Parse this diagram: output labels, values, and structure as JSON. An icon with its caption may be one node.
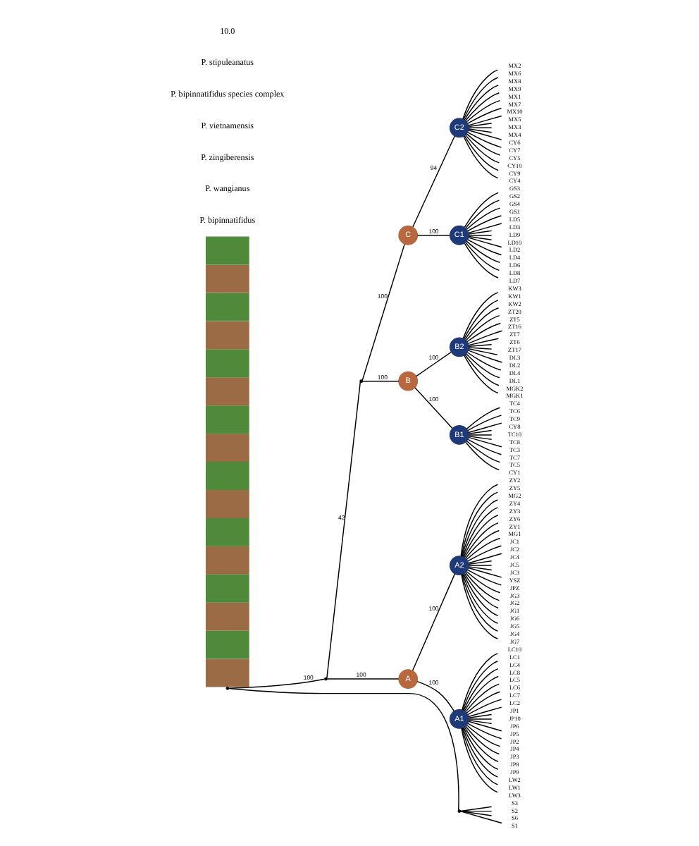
{
  "diagram": {
    "nodes": [
      {
        "text": [],
        "shape": "point"
      },
      {
        "text": [],
        "shape": "point"
      },
      {
        "text": [],
        "shape": "point"
      },
      {
        "text": [
          "C"
        ]
      },
      {
        "text": [
          "C2"
        ]
      },
      {
        "text": [
          "C1"
        ]
      },
      {
        "text": [
          "B"
        ]
      },
      {
        "text": [
          "B2"
        ]
      },
      {
        "text": [
          "B1"
        ]
      },
      {
        "text": [
          "A"
        ]
      },
      {
        "text": [
          "A2"
        ]
      },
      {
        "text": [
          "A1"
        ]
      },
      {
        "text": [],
        "shape": "point"
      },
      {
        "text": [
          "MX2"
        ]
      },
      {
        "text": [
          "MX6"
        ]
      },
      {
        "text": [
          "MX8"
        ]
      },
      {
        "text": [
          "MX9"
        ]
      },
      {
        "text": [
          "MX1"
        ]
      },
      {
        "text": [
          "MX7"
        ]
      },
      {
        "text": [
          "MX10"
        ]
      },
      {
        "text": [
          "MX5"
        ]
      },
      {
        "text": [
          "MX3"
        ]
      },
      {
        "text": [
          "MX4"
        ]
      },
      {
        "text": [
          "CY6"
        ]
      },
      {
        "text": [
          "CY7"
        ]
      },
      {
        "text": [
          "CY5"
        ]
      },
      {
        "text": [
          "CY10"
        ]
      },
      {
        "text": [
          "CY9"
        ]
      },
      {
        "text": [
          "CY4"
        ]
      },
      {
        "text": [
          "GS3"
        ]
      },
      {
        "text": [
          "GS2"
        ]
      },
      {
        "text": [
          "GS4"
        ]
      },
      {
        "text": [
          "GS1"
        ]
      },
      {
        "text": [
          "LD5"
        ]
      },
      {
        "text": [
          "LD3"
        ]
      },
      {
        "text": [
          "LD9"
        ]
      },
      {
        "text": [
          "LD10"
        ]
      },
      {
        "text": [
          "LD2"
        ]
      },
      {
        "text": [
          "LD4"
        ]
      },
      {
        "text": [
          "LD6"
        ]
      },
      {
        "text": [
          "LD8"
        ]
      },
      {
        "text": [
          "LD7"
        ]
      },
      {
        "text": [
          "KW3"
        ]
      },
      {
        "text": [
          "KW1"
        ]
      },
      {
        "text": [
          "KW2"
        ]
      },
      {
        "text": [
          "ZT20"
        ]
      },
      {
        "text": [
          "ZT5"
        ]
      },
      {
        "text": [
          "ZT16"
        ]
      },
      {
        "text": [
          "ZT7"
        ]
      },
      {
        "text": [
          "ZT6"
        ]
      },
      {
        "text": [
          "ZT17"
        ]
      },
      {
        "text": [
          "DL3"
        ]
      },
      {
        "text": [
          "DL2"
        ]
      },
      {
        "text": [
          "DL4"
        ]
      },
      {
        "text": [
          "DL1"
        ]
      },
      {
        "text": [
          "MGK2"
        ]
      },
      {
        "text": [
          "MGK1"
        ]
      },
      {
        "text": [
          "TC4"
        ]
      },
      {
        "text": [
          "TC6"
        ]
      },
      {
        "text": [
          "TC9"
        ]
      },
      {
        "text": [
          "CY8"
        ]
      },
      {
        "text": [
          "TC10"
        ]
      },
      {
        "text": [
          "TC8"
        ]
      },
      {
        "text": [
          "TC3"
        ]
      },
      {
        "text": [
          "TC7"
        ]
      },
      {
        "text": [
          "TC5"
        ]
      },
      {
        "text": [
          "CY1"
        ]
      },
      {
        "text": [
          "ZY2"
        ]
      },
      {
        "text": [
          "ZY5"
        ]
      },
      {
        "text": [
          "MG2"
        ]
      },
      {
        "text": [
          "ZY4"
        ]
      },
      {
        "text": [
          "ZY3"
        ]
      },
      {
        "text": [
          "ZY6"
        ]
      },
      {
        "text": [
          "ZY1"
        ]
      },
      {
        "text": [
          "MG1"
        ]
      },
      {
        "text": [
          "JC1"
        ]
      },
      {
        "text": [
          "JC2"
        ]
      },
      {
        "text": [
          "JC4"
        ]
      },
      {
        "text": [
          "JC5"
        ]
      },
      {
        "text": [
          "JC3"
        ]
      },
      {
        "text": [
          "YSZ"
        ]
      },
      {
        "text": [
          "JPZ"
        ]
      },
      {
        "text": [
          "JG3"
        ]
      },
      {
        "text": [
          "JG2"
        ]
      },
      {
        "text": [
          "JG1"
        ]
      },
      {
        "text": [
          "JG6"
        ]
      },
      {
        "text": [
          "JG5"
        ]
      },
      {
        "text": [
          "JG4"
        ]
      },
      {
        "text": [
          "JG7"
        ]
      },
      {
        "text": [
          "LC10"
        ]
      },
      {
        "text": [
          "LC1"
        ]
      },
      {
        "text": [
          "LC4"
        ]
      },
      {
        "text": [
          "LC8"
        ]
      },
      {
        "text": [
          "LC5"
        ]
      },
      {
        "text": [
          "LC6"
        ]
      },
      {
        "text": [
          "LC7"
        ]
      },
      {
        "text": [
          "LC2"
        ]
      },
      {
        "text": [
          "JP1"
        ]
      },
      {
        "text": [
          "JP10"
        ]
      },
      {
        "text": [
          "JP6"
        ]
      },
      {
        "text": [
          "JP5"
        ]
      },
      {
        "text": [
          "JP2"
        ]
      },
      {
        "text": [
          "JP4"
        ]
      },
      {
        "text": [
          "JP3"
        ]
      },
      {
        "text": [
          "JP8"
        ]
      },
      {
        "text": [
          "JP9"
        ]
      },
      {
        "text": [
          "LW2"
        ]
      },
      {
        "text": [
          "LW1"
        ]
      },
      {
        "text": [
          "LW3"
        ]
      },
      {
        "text": [
          "S3"
        ]
      },
      {
        "text": [
          "S2"
        ]
      },
      {
        "text": [
          "S6"
        ]
      },
      {
        "text": [
          "S1"
        ]
      },
      {
        "text": [],
        "shape": "box"
      },
      {
        "text": [],
        "shape": "box"
      },
      {
        "text": [],
        "shape": "box"
      },
      {
        "text": [],
        "shape": "box"
      },
      {
        "text": [],
        "shape": "box"
      },
      {
        "text": [],
        "shape": "box"
      },
      {
        "text": [],
        "shape": "box"
      },
      {
        "text": [],
        "shape": "box"
      },
      {
        "text": [],
        "shape": "box"
      },
      {
        "text": [],
        "shape": "box"
      },
      {
        "text": [],
        "shape": "box"
      },
      {
        "text": [],
        "shape": "box"
      },
      {
        "text": [],
        "shape": "box"
      },
      {
        "text": [],
        "shape": "box"
      },
      {
        "text": [],
        "shape": "box"
      },
      {
        "text": [],
        "shape": "box"
      }
    ],
    "edges": [
      {
        "from": 0,
        "to": 1,
        "arrow": "none",
        "label": "100"
      },
      {
        "from": 1,
        "to": 2,
        "arrow": "none",
        "label": "42"
      },
      {
        "from": 2,
        "to": 3,
        "arrow": "none",
        "label": "100"
      },
      {
        "from": 3,
        "to": 4,
        "arrow": "none",
        "label": "94"
      },
      {
        "from": 3,
        "to": 5,
        "arrow": "none",
        "label": "100"
      },
      {
        "from": 2,
        "to": 6,
        "arrow": "none",
        "label": "100"
      },
      {
        "from": 6,
        "to": 7,
        "arrow": "none",
        "label": "100"
      },
      {
        "from": 6,
        "to": 8,
        "arrow": "none",
        "label": "100"
      },
      {
        "from": 1,
        "to": 9,
        "arrow": "none",
        "label": "100"
      },
      {
        "from": 9,
        "to": 10,
        "arrow": "none",
        "label": "100"
      },
      {
        "from": 9,
        "to": 11,
        "arrow": "none",
        "label": "100"
      },
      {
        "from": 0,
        "to": 12,
        "arrow": "none"
      },
      {
        "from": 4,
        "to": 13,
        "arrow": "none"
      },
      {
        "from": 4,
        "to": 14,
        "arrow": "none"
      },
      {
        "from": 4,
        "to": 15,
        "arrow": "none"
      },
      {
        "from": 4,
        "to": 16,
        "arrow": "none"
      },
      {
        "from": 4,
        "to": 17,
        "arrow": "none"
      },
      {
        "from": 4,
        "to": 18,
        "arrow": "none"
      },
      {
        "from": 4,
        "to": 19,
        "arrow": "none"
      },
      {
        "from": 4,
        "to": 20,
        "arrow": "none"
      },
      {
        "from": 4,
        "to": 21,
        "arrow": "none"
      },
      {
        "from": 4,
        "to": 22,
        "arrow": "none"
      },
      {
        "from": 4,
        "to": 23,
        "arrow": "none"
      },
      {
        "from": 4,
        "to": 24,
        "arrow": "none"
      },
      {
        "from": 4,
        "to": 25,
        "arrow": "none"
      },
      {
        "from": 4,
        "to": 26,
        "arrow": "none"
      },
      {
        "from": 4,
        "to": 27,
        "arrow": "none"
      },
      {
        "from": 4,
        "to": 28,
        "arrow": "none"
      },
      {
        "from": 5,
        "to": 29,
        "arrow": "none"
      },
      {
        "from": 5,
        "to": 30,
        "arrow": "none"
      },
      {
        "from": 5,
        "to": 31,
        "arrow": "none"
      },
      {
        "from": 5,
        "to": 32,
        "arrow": "none"
      },
      {
        "from": 5,
        "to": 33,
        "arrow": "none"
      },
      {
        "from": 5,
        "to": 34,
        "arrow": "none"
      },
      {
        "from": 5,
        "to": 35,
        "arrow": "none"
      },
      {
        "from": 5,
        "to": 36,
        "arrow": "none"
      },
      {
        "from": 5,
        "to": 37,
        "arrow": "none"
      },
      {
        "from": 5,
        "to": 38,
        "arrow": "none"
      },
      {
        "from": 5,
        "to": 39,
        "arrow": "none"
      },
      {
        "from": 5,
        "to": 40,
        "arrow": "none"
      },
      {
        "from": 5,
        "to": 41,
        "arrow": "none"
      },
      {
        "from": 7,
        "to": 42,
        "arrow": "none"
      },
      {
        "from": 7,
        "to": 43,
        "arrow": "none"
      },
      {
        "from": 7,
        "to": 44,
        "arrow": "none"
      },
      {
        "from": 7,
        "to": 45,
        "arrow": "none"
      },
      {
        "from": 7,
        "to": 46,
        "arrow": "none"
      },
      {
        "from": 7,
        "to": 47,
        "arrow": "none"
      },
      {
        "from": 7,
        "to": 48,
        "arrow": "none"
      },
      {
        "from": 7,
        "to": 49,
        "arrow": "none"
      },
      {
        "from": 7,
        "to": 50,
        "arrow": "none"
      },
      {
        "from": 7,
        "to": 51,
        "arrow": "none"
      },
      {
        "from": 7,
        "to": 52,
        "arrow": "none"
      },
      {
        "from": 7,
        "to": 53,
        "arrow": "none"
      },
      {
        "from": 7,
        "to": 54,
        "arrow": "none"
      },
      {
        "from": 7,
        "to": 55,
        "arrow": "none"
      },
      {
        "from": 7,
        "to": 56,
        "arrow": "none"
      },
      {
        "from": 8,
        "to": 57,
        "arrow": "none"
      },
      {
        "from": 8,
        "to": 58,
        "arrow": "none"
      },
      {
        "from": 8,
        "to": 59,
        "arrow": "none"
      },
      {
        "from": 8,
        "to": 60,
        "arrow": "none"
      },
      {
        "from": 8,
        "to": 61,
        "arrow": "none"
      },
      {
        "from": 8,
        "to": 62,
        "arrow": "none"
      },
      {
        "from": 8,
        "to": 63,
        "arrow": "none"
      },
      {
        "from": 8,
        "to": 64,
        "arrow": "none"
      },
      {
        "from": 8,
        "to": 65,
        "arrow": "none"
      },
      {
        "from": 8,
        "to": 66,
        "arrow": "none"
      },
      {
        "from": 10,
        "to": 67,
        "arrow": "none"
      },
      {
        "from": 10,
        "to": 68,
        "arrow": "none"
      },
      {
        "from": 10,
        "to": 69,
        "arrow": "none"
      },
      {
        "from": 10,
        "to": 70,
        "arrow": "none"
      },
      {
        "from": 10,
        "to": 71,
        "arrow": "none"
      },
      {
        "from": 10,
        "to": 72,
        "arrow": "none"
      },
      {
        "from": 10,
        "to": 73,
        "arrow": "none"
      },
      {
        "from": 10,
        "to": 74,
        "arrow": "none"
      },
      {
        "from": 10,
        "to": 75,
        "arrow": "none"
      },
      {
        "from": 10,
        "to": 76,
        "arrow": "none"
      },
      {
        "from": 10,
        "to": 77,
        "arrow": "none"
      },
      {
        "from": 10,
        "to": 78,
        "arrow": "none"
      },
      {
        "from": 10,
        "to": 79,
        "arrow": "none"
      },
      {
        "from": 10,
        "to": 80,
        "arrow": "none"
      },
      {
        "from": 10,
        "to": 81,
        "arrow": "none"
      },
      {
        "from": 10,
        "to": 82,
        "arrow": "none"
      },
      {
        "from": 10,
        "to": 83,
        "arrow": "none"
      },
      {
        "from": 10,
        "to": 84,
        "arrow": "none"
      },
      {
        "from": 10,
        "to": 85,
        "arrow": "none"
      },
      {
        "from": 10,
        "to": 86,
        "arrow": "none"
      },
      {
        "from": 10,
        "to": 87,
        "arrow": "none"
      },
      {
        "from": 10,
        "to": 88,
        "arrow": "none"
      },
      {
        "from": 11,
        "to": 89,
        "arrow": "none"
      },
      {
        "from": 11,
        "to": 90,
        "arrow": "none"
      },
      {
        "from": 11,
        "to": 91,
        "arrow": "none"
      },
      {
        "from": 11,
        "to": 92,
        "arrow": "none"
      },
      {
        "from": 11,
        "to": 93,
        "arrow": "none"
      },
      {
        "from": 11,
        "to": 94,
        "arrow": "none"
      },
      {
        "from": 11,
        "to": 95,
        "arrow": "none"
      },
      {
        "from": 11,
        "to": 96,
        "arrow": "none"
      },
      {
        "from": 11,
        "to": 97,
        "arrow": "none"
      },
      {
        "from": 11,
        "to": 98,
        "arrow": "none"
      },
      {
        "from": 11,
        "to": 99,
        "arrow": "none"
      },
      {
        "from": 11,
        "to": 100,
        "arrow": "none"
      },
      {
        "from": 11,
        "to": 101,
        "arrow": "none"
      },
      {
        "from": 11,
        "to": 102,
        "arrow": "none"
      },
      {
        "from": 11,
        "to": 103,
        "arrow": "none"
      },
      {
        "from": 11,
        "to": 104,
        "arrow": "none"
      },
      {
        "from": 11,
        "to": 105,
        "arrow": "none"
      },
      {
        "from": 11,
        "to": 106,
        "arrow": "none"
      },
      {
        "from": 11,
        "to": 107,
        "arrow": "none"
      },
      {
        "from": 11,
        "to": 108,
        "arrow": "none"
      },
      {
        "from": 12,
        "to": 109,
        "arrow": "none"
      },
      {
        "from": 12,
        "to": 110,
        "arrow": "none"
      },
      {
        "from": 12,
        "to": 111,
        "arrow": "none"
      },
      {
        "from": 12,
        "to": 112,
        "arrow": "none"
      }
    ],
    "labels": [
      "P. bipinnatifidus",
      "P. wangianus",
      "P. zingiberensis",
      "P. vietnamensis",
      "P. bipinnatifidus species complex",
      "P. stipuleanatus",
      "10.0"
    ]
  }
}
